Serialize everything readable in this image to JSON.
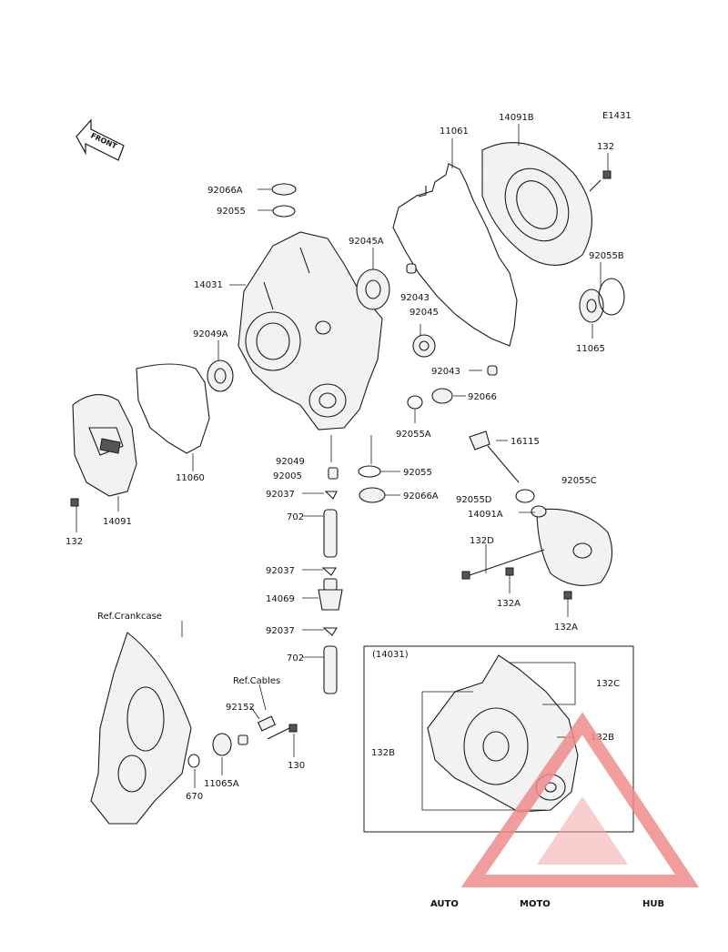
{
  "diagram_code": "E1431",
  "front_label": "FRONT",
  "ref_crankcase": "Ref.Crankcase",
  "ref_cables": "Ref.Cables",
  "inset_title": "(14031)",
  "watermark": {
    "auto": "AUTO",
    "moto": "MOTO",
    "hub": "HUB"
  },
  "parts": {
    "p11061": "11061",
    "p14091B": "14091B",
    "p132_top": "132",
    "p92066A_top": "92066A",
    "p92055_top": "92055",
    "p92045A": "92045A",
    "p92055B": "92055B",
    "p14031": "14031",
    "p92043_a": "92043",
    "p92045": "92045",
    "p11065": "11065",
    "p92049A": "92049A",
    "p92043_b": "92043",
    "p92066": "92066",
    "p92055A": "92055A",
    "p16115": "16115",
    "p11060": "11060",
    "p92049": "92049",
    "p92005": "92005",
    "p92055_mid": "92055",
    "p92055C": "92055C",
    "p92037_a": "92037",
    "p92066A_mid": "92066A",
    "p92055D": "92055D",
    "p14091": "14091",
    "p14091A": "14091A",
    "p702_a": "702",
    "p132_left": "132",
    "p132D": "132D",
    "p92037_b": "92037",
    "p132A_a": "132A",
    "p14069": "14069",
    "p132A_b": "132A",
    "p92037_c": "92037",
    "p702_b": "702",
    "p132C": "132C",
    "p92152": "92152",
    "p132B_right": "132B",
    "p132B_left": "132B",
    "p130": "130",
    "p11065A": "11065A",
    "p670": "670"
  }
}
